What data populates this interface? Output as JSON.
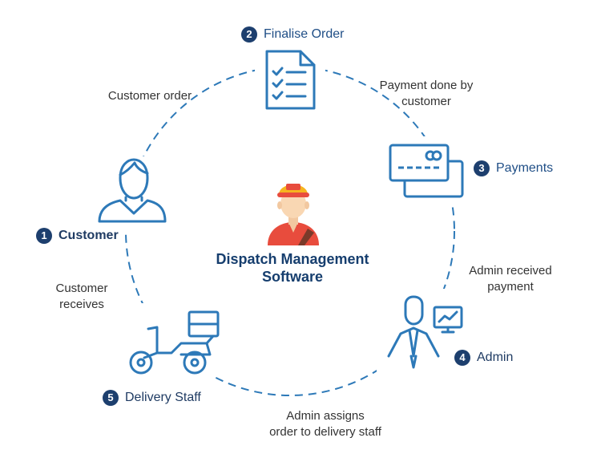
{
  "center": {
    "line1": "Dispatch Management",
    "line2": "Software"
  },
  "nodes": [
    {
      "number": "1",
      "label": "Customer",
      "icon": "customer-icon"
    },
    {
      "number": "2",
      "label": "Finalise Order",
      "icon": "document-checklist-icon"
    },
    {
      "number": "3",
      "label": "Payments",
      "icon": "credit-card-icon"
    },
    {
      "number": "4",
      "label": "Admin",
      "icon": "admin-with-monitor-icon"
    },
    {
      "number": "5",
      "label": "Delivery Staff",
      "icon": "scooter-icon"
    }
  ],
  "edges": {
    "customer_to_order": [
      "Customer order"
    ],
    "order_to_payments": [
      "Payment done by",
      "customer"
    ],
    "payments_to_admin": [
      "Admin received",
      "payment"
    ],
    "admin_to_delivery": [
      "Admin assigns",
      "order to delivery staff"
    ],
    "delivery_to_customer": [
      "Customer",
      "receives"
    ]
  },
  "colors": {
    "accent": "#1d3f6e",
    "icon_stroke": "#2d79b8",
    "dashed_circle": "#2d79b8",
    "center_text": "#163e6e"
  }
}
